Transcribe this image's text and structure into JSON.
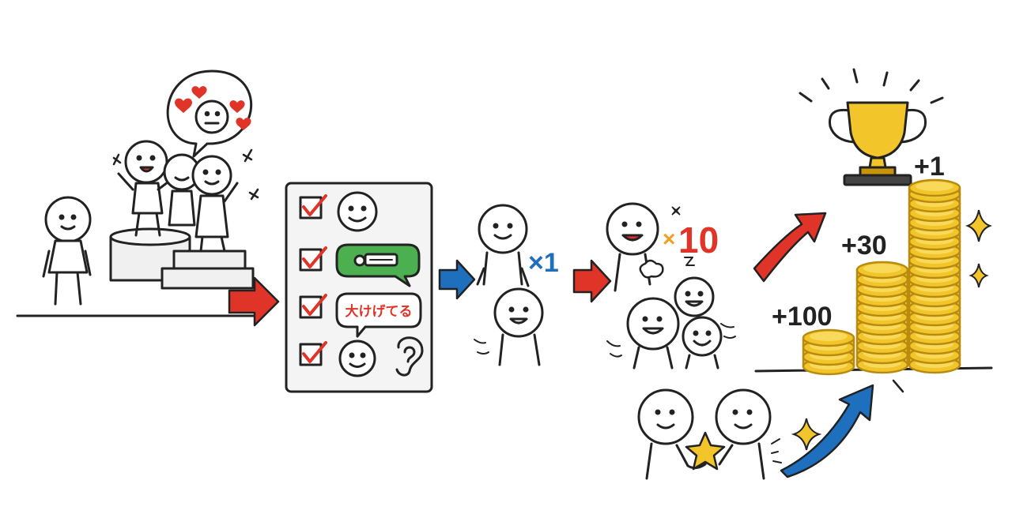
{
  "labels": {
    "bubble_speech": "大けげてる",
    "mult_blue": "×1",
    "mult_red_x": "×",
    "mult_red_num": "10",
    "coin_small": "+100",
    "coin_mid": "+30",
    "coin_tall": "+1"
  },
  "icons": [
    "heart-icon",
    "check-icon",
    "smile-icon",
    "ear-icon",
    "star-icon",
    "sparkle-icon",
    "trophy-icon",
    "coin-icon",
    "arrow-right-icon",
    "arrow-up-icon"
  ],
  "colors": {
    "ink": "#222222",
    "red": "#e03428",
    "blue": "#1f6fbf",
    "green": "#4caf50",
    "gold": "#f0c020",
    "gold_dark": "#c8950a",
    "panel": "#f4f4f4"
  }
}
